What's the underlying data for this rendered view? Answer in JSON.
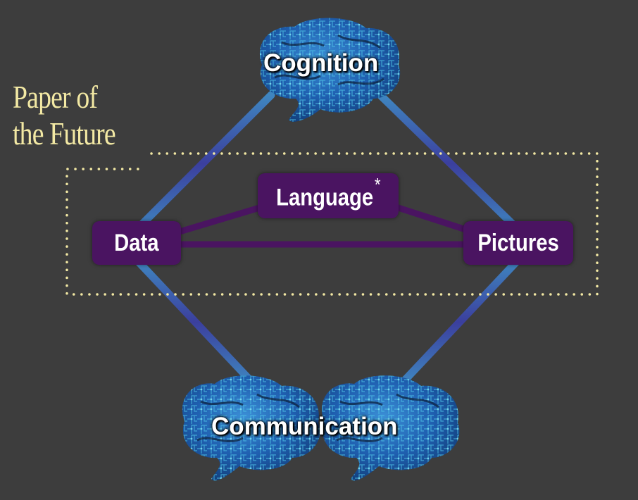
{
  "heading": {
    "line1": "Paper of",
    "line2": "the Future"
  },
  "nodes": {
    "cognition": "Cognition",
    "communication": "Communication",
    "language": "Language",
    "language_marker": "*",
    "data": "Data",
    "pictures": "Pictures"
  },
  "colors": {
    "background": "#3d3d3d",
    "node_fill": "#4a1461",
    "heading_text": "#f3e9a4",
    "boundary_dots": "#f3e9a4",
    "brain_blue": "#1f5fb0",
    "brain_cyan": "#35a7d6",
    "connector_blue": "#3a5aa8",
    "connector_purple": "#4a1461"
  },
  "icons": {
    "top": "brain-icon",
    "bottom_left": "brain-icon",
    "bottom_right": "brain-icon"
  }
}
